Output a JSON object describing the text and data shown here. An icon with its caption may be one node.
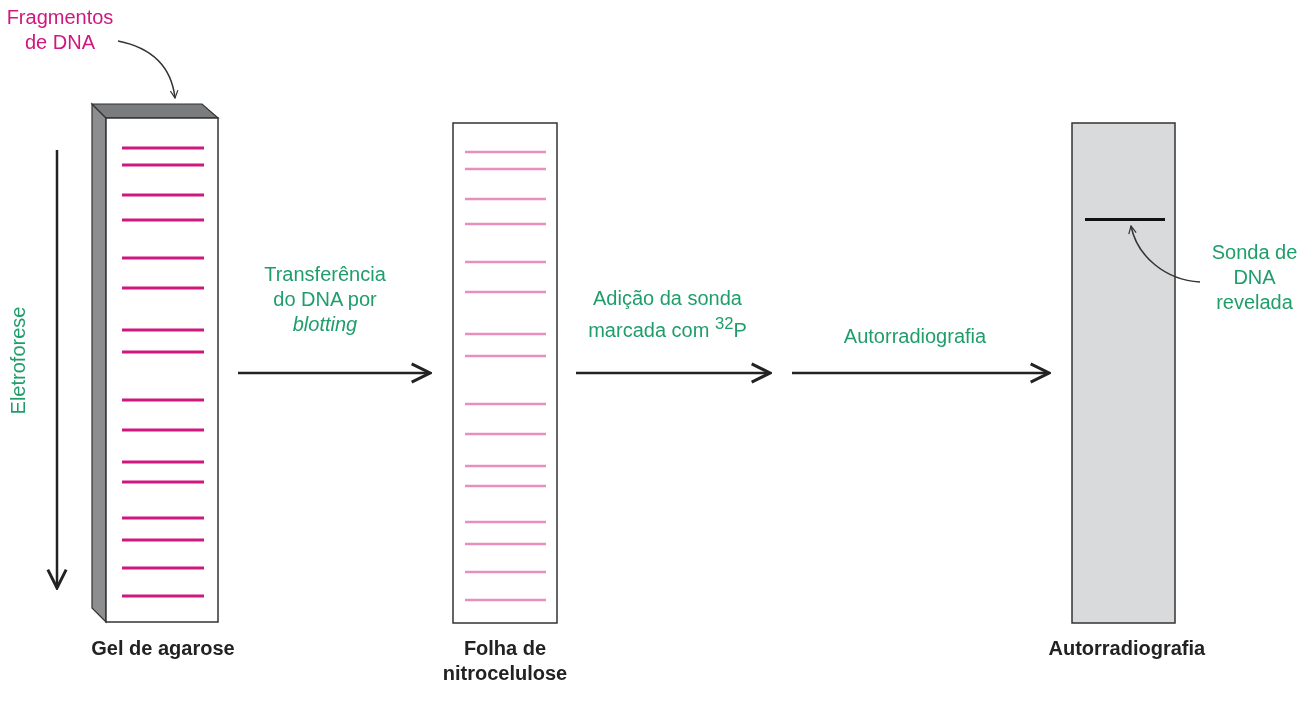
{
  "diagram": {
    "nodes": [
      {
        "text": [
          "Gel de agarose"
        ]
      },
      {
        "text": [
          "Folha de nitrocelulose"
        ]
      },
      {
        "text": [
          "Autorradiografia"
        ]
      },
      {
        "text": [
          "Fragmentos de DNA"
        ]
      },
      {
        "text": [
          "Sonda de DNA revelada"
        ]
      },
      {
        "text": [],
        "shape": "bar",
        "in": 2
      }
    ],
    "edges": [
      {
        "from": 0,
        "to": 1,
        "arrow": "to",
        "label": "Transferência do DNA por *blotting*"
      },
      {
        "from": 1,
        "to": null,
        "arrow": "to",
        "label": "Adição da sonda marcada com $^{32}$P"
      },
      {
        "from": null,
        "to": 2,
        "arrow": "to",
        "label": "Autorradiografia"
      },
      {
        "from": 3,
        "to": 0,
        "arrow": "to"
      },
      {
        "from": 4,
        "to": 5,
        "arrow": "to"
      }
    ],
    "labels": [
      "Eletroforese"
    ]
  }
}
